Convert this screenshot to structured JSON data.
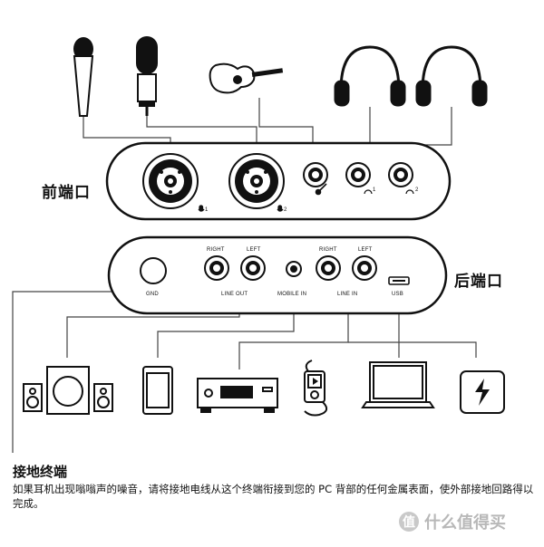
{
  "front_panel": {
    "title": "前端口",
    "mic_labels": [
      "1",
      "2"
    ],
    "headphone_labels": [
      "1",
      "2"
    ]
  },
  "rear_panel": {
    "title": "后端口",
    "top_labels": [
      "RIGHT",
      "LEFT",
      "RIGHT",
      "LEFT"
    ],
    "bottom_labels": [
      "GND",
      "LINE OUT",
      "MOBILE IN",
      "LINE IN",
      "USB"
    ]
  },
  "grounding": {
    "title": "接地终端",
    "description": "如果耳机出现嗡嗡声的噪音，请将接地电线从这个终端衔接到您的 PC 背部的任何金属表面，使外部接地回路得以完成。"
  },
  "watermark": {
    "logo_char": "值",
    "text": "什么值得买"
  },
  "icons": [
    "dynamic-mic-icon",
    "condenser-mic-icon",
    "guitar-icon",
    "headphones-icon",
    "speakers-icon",
    "phone-icon",
    "cd-player-icon",
    "mp3-player-icon",
    "laptop-icon",
    "power-bank-icon"
  ]
}
